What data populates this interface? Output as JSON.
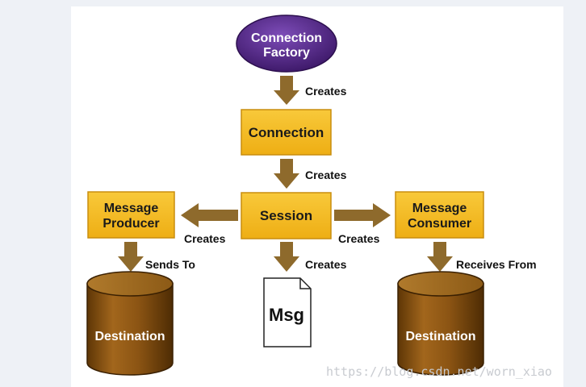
{
  "diagram": {
    "factory": {
      "line1": "Connection",
      "line2": "Factory"
    },
    "connection": "Connection",
    "session": "Session",
    "producer": {
      "line1": "Message",
      "line2": "Producer"
    },
    "consumer": {
      "line1": "Message",
      "line2": "Consumer"
    },
    "msg": "Msg",
    "destination_left": "Destination",
    "destination_right": "Destination",
    "edges": {
      "factory_to_connection": "Creates",
      "connection_to_session": "Creates",
      "session_to_producer": "Creates",
      "session_to_consumer": "Creates",
      "session_to_msg": "Creates",
      "producer_to_destination": "Sends To",
      "consumer_from_destination": "Receives From"
    }
  },
  "watermark": "https://blog.csdn.net/worn_xiao",
  "colors": {
    "box_fill": "#f2b81e",
    "box_stroke": "#c98d0e",
    "arrow": "#8e6a2c",
    "factory_fill": "#5b2a8c",
    "db_fill": "#8a5414"
  }
}
